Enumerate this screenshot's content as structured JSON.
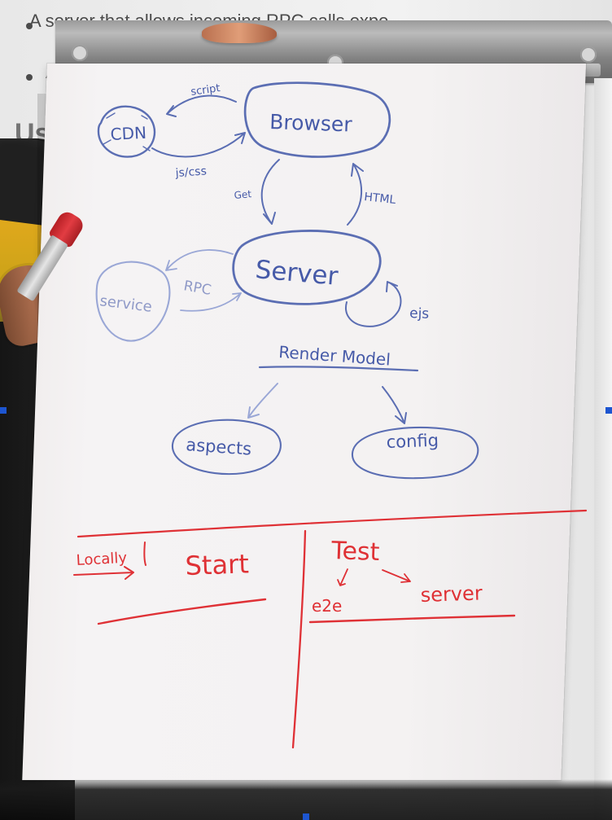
{
  "photo": {
    "projected_slide": {
      "bullet_text": "A server that allows incoming RPC calls expo",
      "second_bullet_fragment": "A",
      "heading_fragment": "Usag"
    },
    "flipchart": {
      "diagram_labels": {
        "cdn": "CDN",
        "browser": "Browser",
        "script": "script",
        "js_css": "js/css",
        "get": "Get",
        "html": "HTML",
        "server": "Server",
        "service": "service",
        "rpc": "RPC",
        "ejs": "ejs",
        "render_model": "Render Model",
        "aspects": "aspects",
        "config": "config"
      },
      "lower_section": {
        "locally": "Locally",
        "start": "Start",
        "test": "Test",
        "e2e": "e2e",
        "server": "server"
      }
    },
    "colors": {
      "blue_marker": "#5b6eb3",
      "red_marker": "#df3136",
      "paper": "#f4f2f2"
    }
  }
}
